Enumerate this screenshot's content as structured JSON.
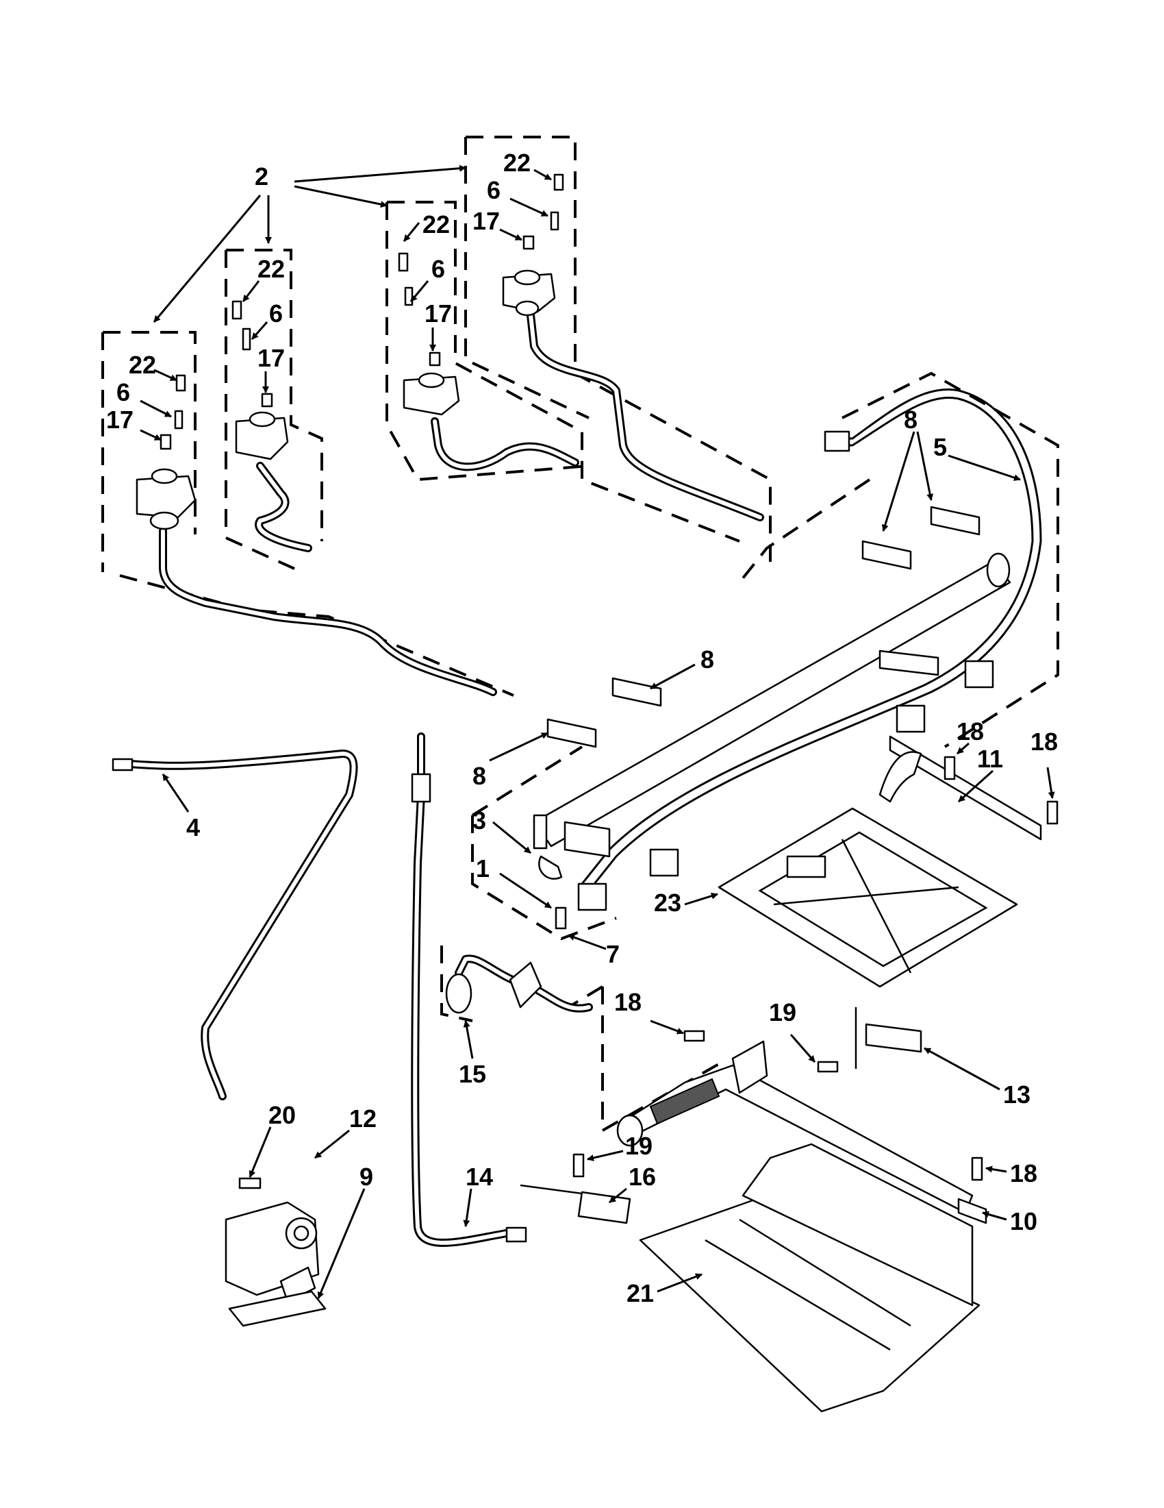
{
  "callouts": {
    "c1": "1",
    "c2": "2",
    "c3": "3",
    "c4": "4",
    "c5": "5",
    "c6a": "6",
    "c6b": "6",
    "c6c": "6",
    "c6d": "6",
    "c7": "7",
    "c8a": "8",
    "c8b": "8",
    "c8c": "8",
    "c9": "9",
    "c10": "10",
    "c11": "11",
    "c12": "12",
    "c13": "13",
    "c14": "14",
    "c15": "15",
    "c16": "16",
    "c17a": "17",
    "c17b": "17",
    "c17c": "17",
    "c17d": "17",
    "c18a": "18",
    "c18b": "18",
    "c18c": "18",
    "c18d": "18",
    "c19a": "19",
    "c19b": "19",
    "c20": "20",
    "c21": "21",
    "c22a": "22",
    "c22b": "22",
    "c22c": "22",
    "c22d": "22",
    "c23": "23"
  }
}
